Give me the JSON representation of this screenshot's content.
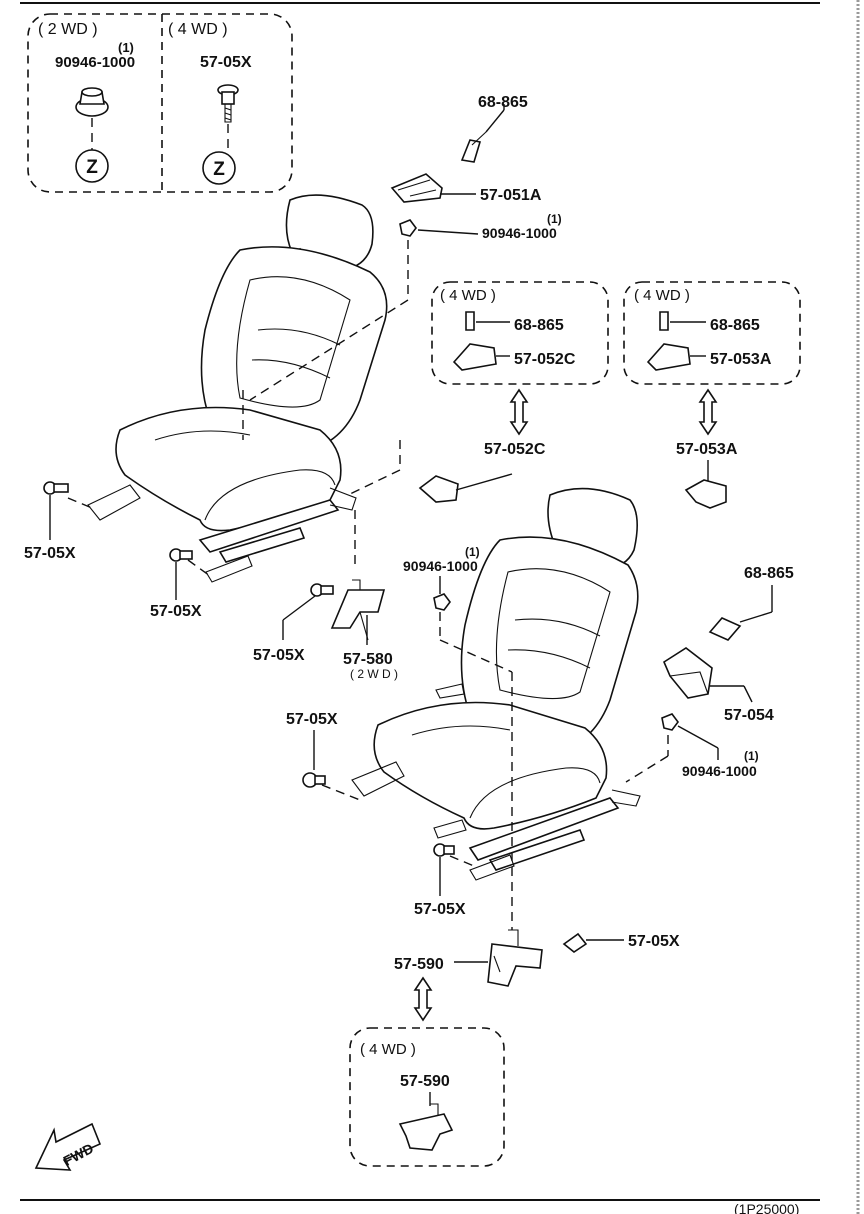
{
  "labels": {
    "box_2wd_header": "( 2 WD )",
    "box_4wd_header": "( 4 WD )",
    "box_tl_nut_pn": "90946-1000",
    "box_tl_nut_qty": "(1)",
    "box_tl_bolt_pn": "57-05X",
    "ref_z": "Z",
    "p_68865_top": "68-865",
    "p_57051a": "57-051A",
    "p_90946_mid": "90946-1000",
    "p_90946_mid_qty": "(1)",
    "box_4wd_c_header": "( 4 WD )",
    "p_68865_c": "68-865",
    "p_57052c_box": "57-052C",
    "box_4wd_a_header": "( 4 WD )",
    "p_68865_a": "68-865",
    "p_57053a_box": "57-053A",
    "p_57052c": "57-052C",
    "p_57053a": "57-053A",
    "p_5705x_left1": "57-05X",
    "p_5705x_left2": "57-05X",
    "p_5705x_580": "57-05X",
    "p_57580": "57-580",
    "p_57580_note": "( 2 W D )",
    "p_90946_right": "90946-1000",
    "p_90946_right_qty": "(1)",
    "p_68865_right": "68-865",
    "p_57054": "57-054",
    "p_90946_right2": "90946-1000",
    "p_90946_right2_qty": "(1)",
    "p_5705x_r1": "57-05X",
    "p_5705x_r2": "57-05X",
    "p_5705x_r3": "57-05X",
    "p_57590": "57-590",
    "box_4wd_bottom_header": "( 4 WD )",
    "p_57590_box": "57-590",
    "fwd": "FWD",
    "footer_code": "(1P25000)"
  }
}
